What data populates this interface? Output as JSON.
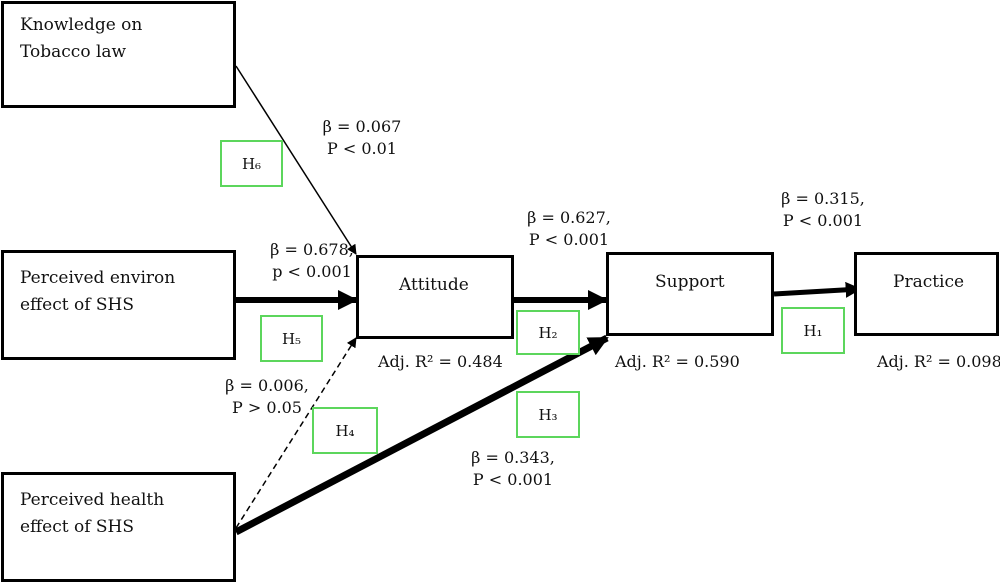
{
  "nodes": {
    "knowledge": "Knowledge on\nTobacco law",
    "environ": "Perceived environ\neffect of SHS",
    "health": "Perceived health\neffect of SHS",
    "attitude": "Attitude",
    "support": "Support",
    "practice": "Practice"
  },
  "hypotheses": {
    "h1": "H₁",
    "h2": "H₂",
    "h3": "H₃",
    "h4": "H₄",
    "h5": "H₅",
    "h6": "H₆"
  },
  "coefficients": {
    "knowledge_attitude": "β = 0.067\nP < 0.01",
    "environ_attitude": "β = 0.678,\np < 0.001",
    "health_attitude": "β = 0.006,\nP > 0.05",
    "attitude_support": "β = 0.627,\nP < 0.001",
    "health_support": "β = 0.343,\nP < 0.001",
    "support_practice": "β = 0.315,\nP < 0.001"
  },
  "r_squared": {
    "attitude": "Adj. R² = 0.484",
    "support": "Adj. R² = 0.590",
    "practice": "Adj. R² = 0.098"
  },
  "colors": {
    "box_border": "#000000",
    "hypothesis_border": "#5cd65c",
    "arrow": "#000000"
  }
}
